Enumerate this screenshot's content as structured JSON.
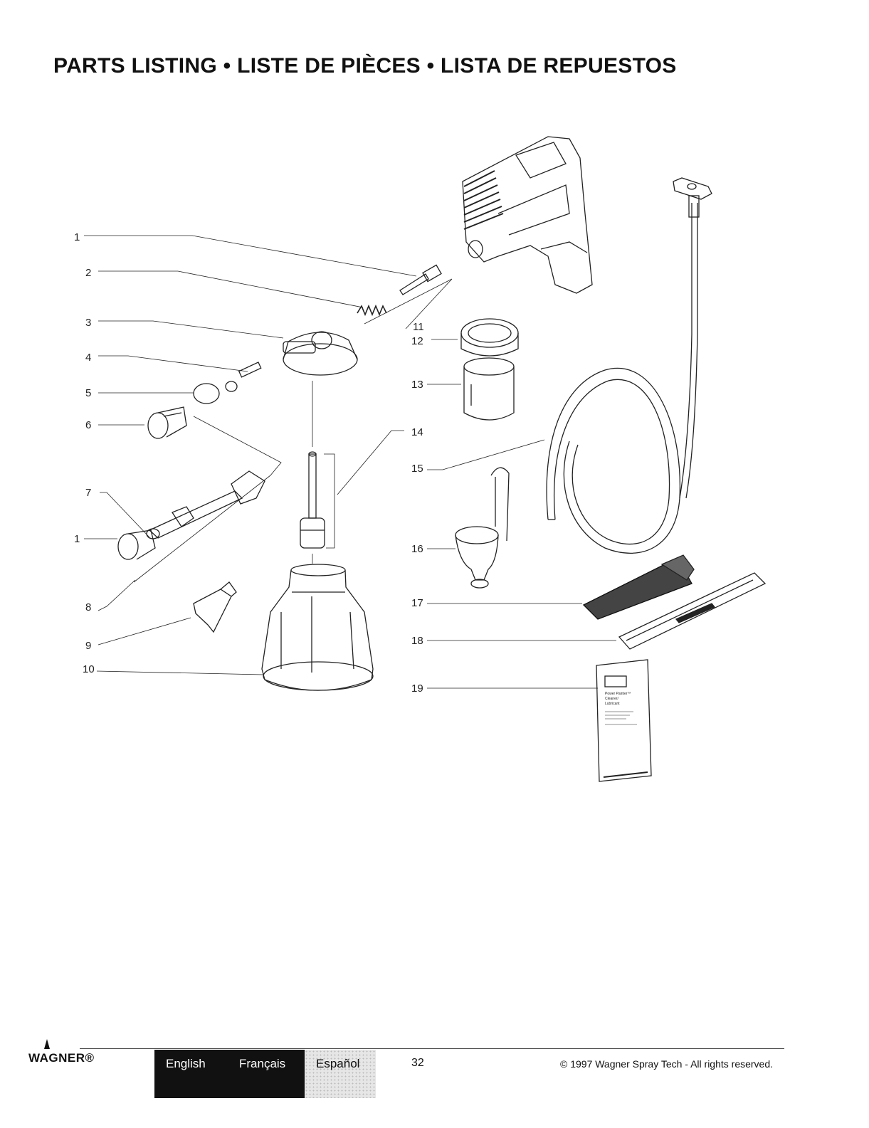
{
  "header": {
    "title": "PARTS LISTING • LISTE DE PIÈCES • LISTA DE REPUESTOS"
  },
  "callouts": [
    "1",
    "2",
    "3",
    "4",
    "5",
    "6",
    "7",
    "1",
    "8",
    "9",
    "10",
    "11",
    "12",
    "13",
    "14",
    "15",
    "16",
    "17",
    "18",
    "19"
  ],
  "packet": {
    "line1": "Power Painter™",
    "line2": "Cleaner/",
    "line3": "Lubricant"
  },
  "footer": {
    "logo": "WAGNER®",
    "languages": [
      "English",
      "Français",
      "Español"
    ],
    "page_number": "32",
    "copyright": "© 1997 Wagner Spray Tech - All rights reserved."
  }
}
